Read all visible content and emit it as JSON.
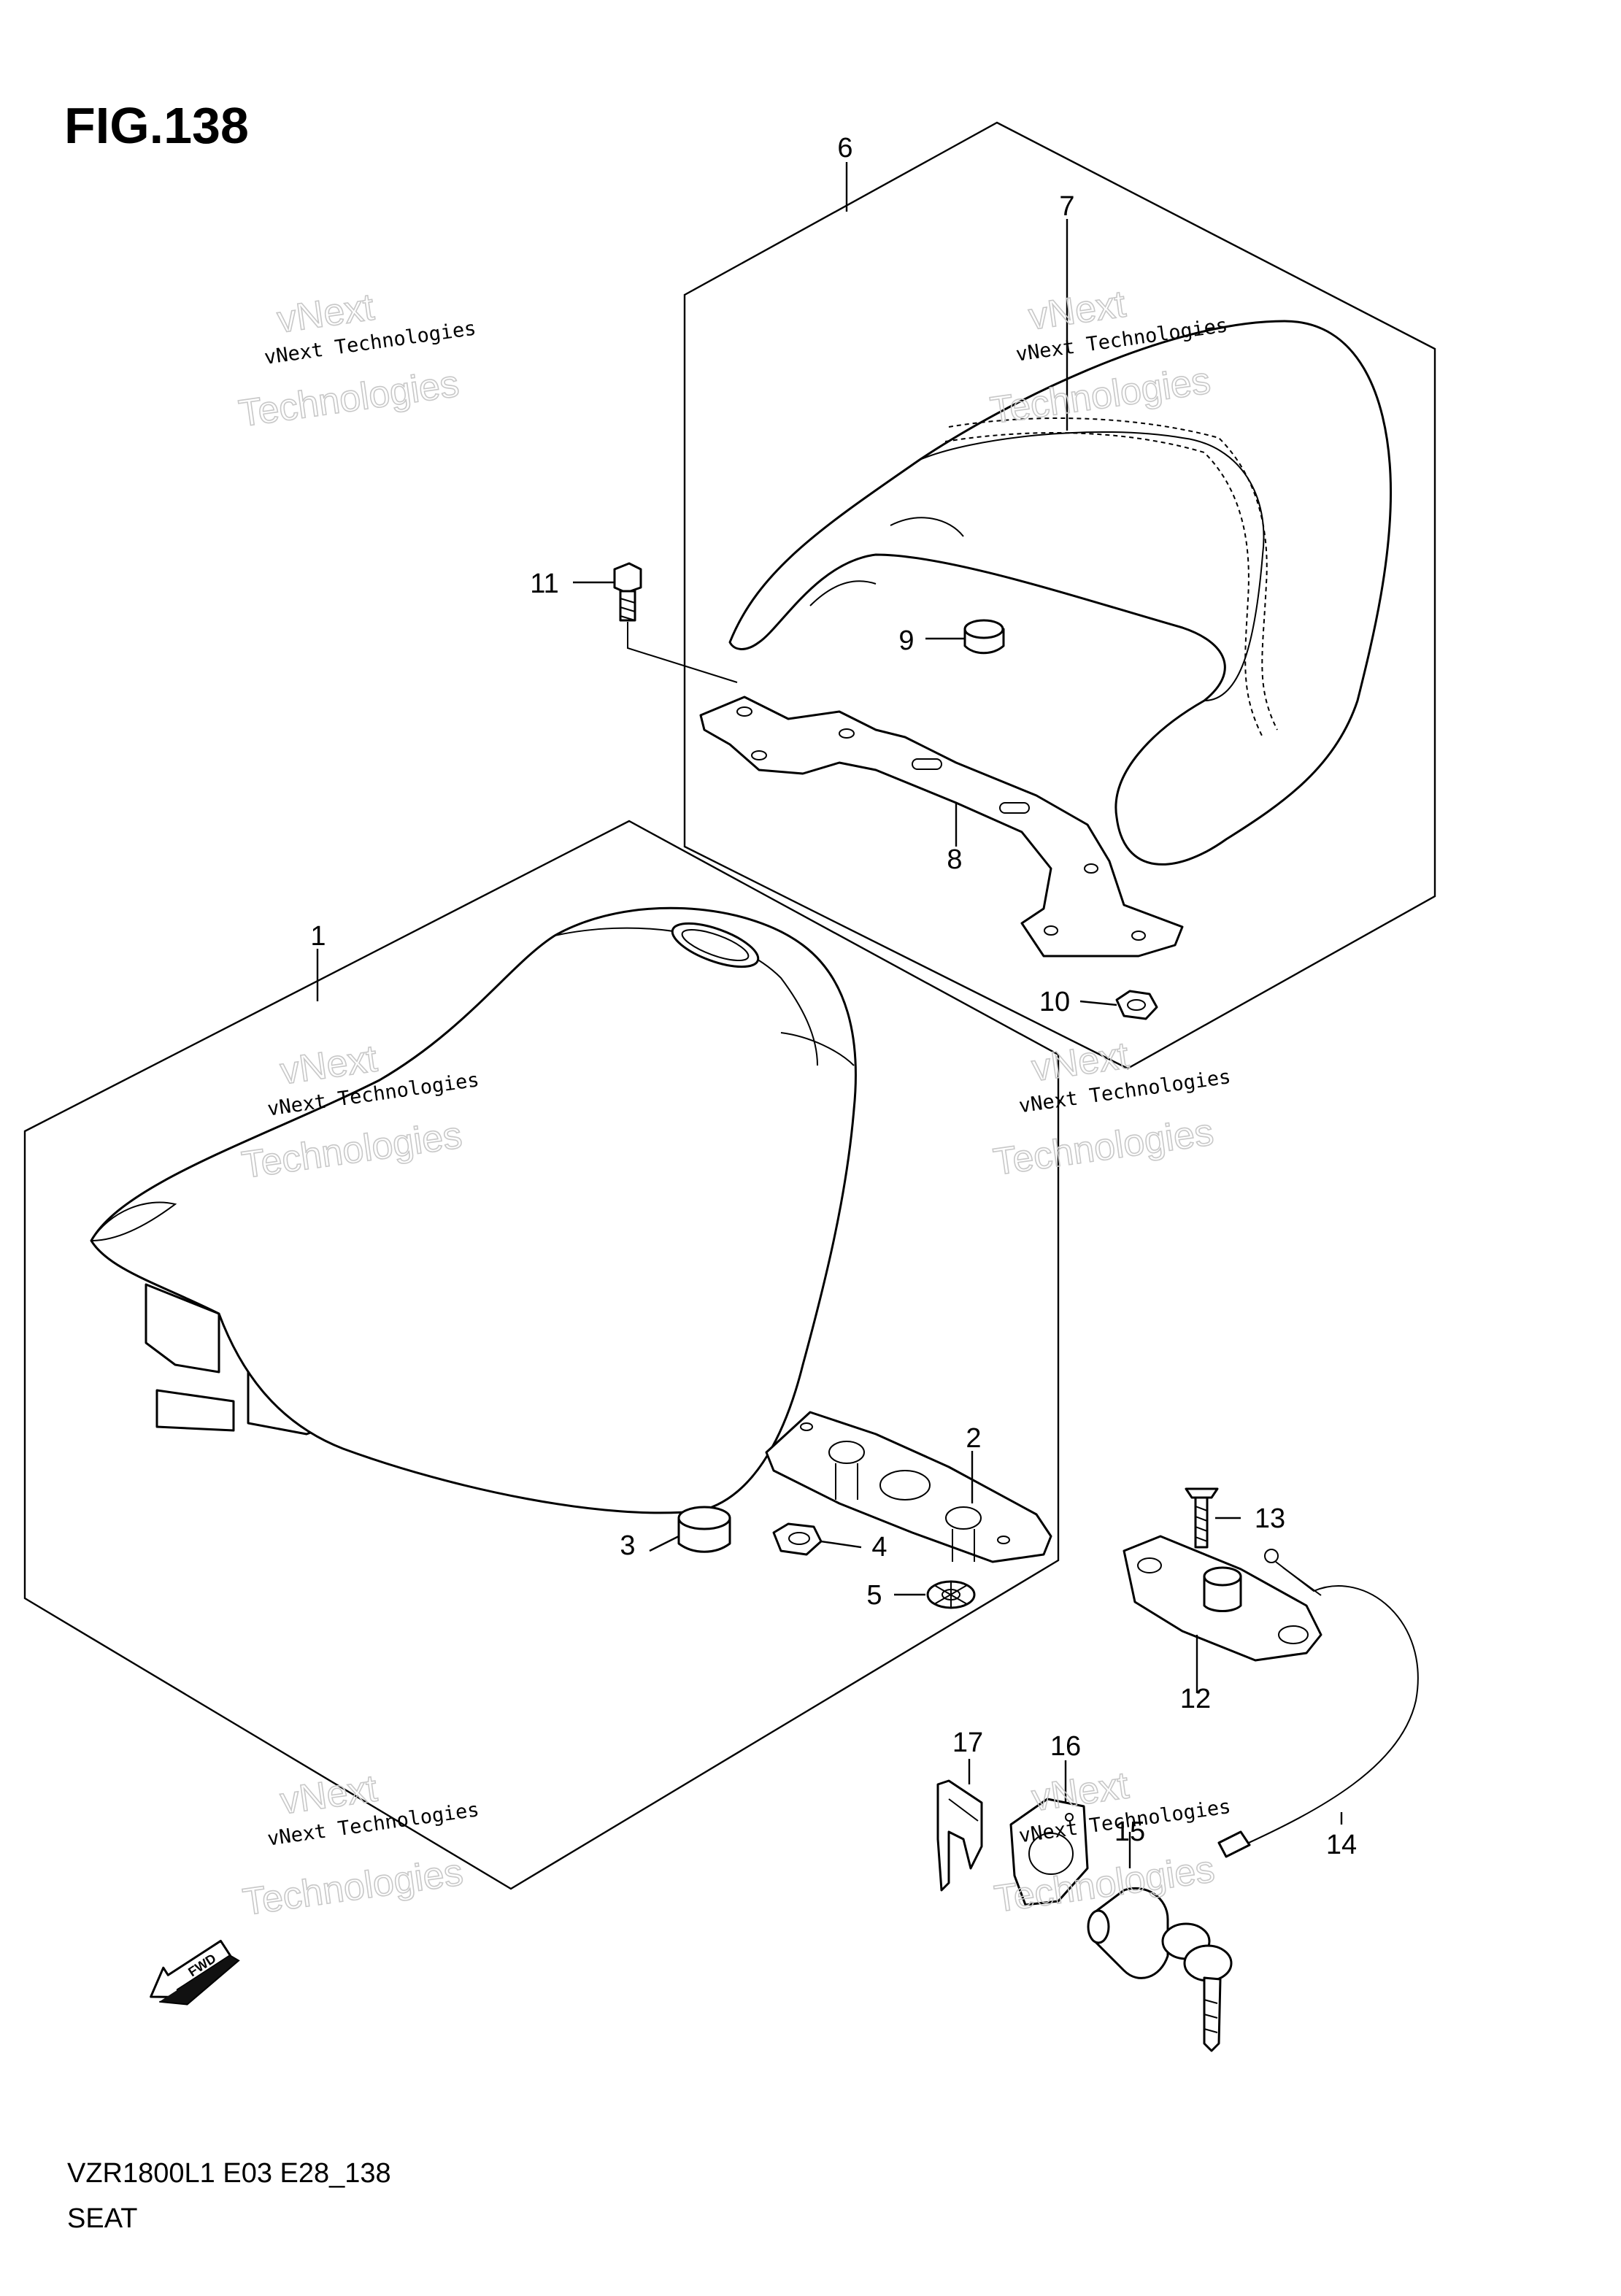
{
  "figure": {
    "title": "FIG.138"
  },
  "callouts": {
    "c1": "1",
    "c2": "2",
    "c3": "3",
    "c4": "4",
    "c5": "5",
    "c6": "6",
    "c7": "7",
    "c8": "8",
    "c9": "9",
    "c10": "10",
    "c11": "11",
    "c12": "12",
    "c13": "13",
    "c14": "14",
    "c15": "15",
    "c16": "16",
    "c17": "17"
  },
  "watermark": {
    "line1": "vNext Technologies",
    "line2": "vNext",
    "line3": "Technologies"
  },
  "direction_arrow": {
    "label": "FWD"
  },
  "footer": {
    "model_code": "VZR1800L1 E03 E28_138",
    "section_name": "SEAT"
  }
}
